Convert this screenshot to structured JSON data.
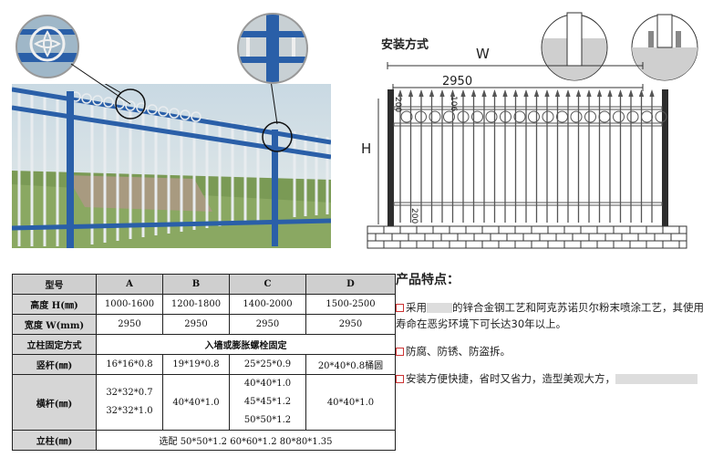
{
  "diagram": {
    "install_title": "安装方式",
    "w_label": "W",
    "h_label": "H",
    "dim_total": "2950",
    "dim_200_top": "200",
    "dim_106": "106",
    "dim_200_bottom": "200"
  },
  "table": {
    "headers": [
      "型号",
      "A",
      "B",
      "C",
      "D"
    ],
    "height": {
      "label": "高度 H(㎜)",
      "values": [
        "1000-1600",
        "1200-1800",
        "1400-2000",
        "1500-2500"
      ]
    },
    "width": {
      "label": "宽度 W(mm)",
      "values": [
        "2950",
        "2950",
        "2950",
        "2950"
      ]
    },
    "mounting": {
      "label": "立柱固定方式",
      "value": "入墙或膨胀螺栓固定"
    },
    "vertical_bar": {
      "label": "竖杆(㎜)",
      "values": [
        "16*16*0.8",
        "19*19*0.8",
        "25*25*0.9",
        "20*40*0.8桶圆"
      ]
    },
    "crossbar": {
      "label": "横杆(㎜)",
      "a_line1": "32*32*0.7",
      "a_line2": "32*32*1.0",
      "b": "40*40*1.0",
      "c_line1": "40*40*1.0",
      "c_line2": "45*45*1.2",
      "c_line3": "50*50*1.2",
      "d": "40*40*1.0"
    },
    "post": {
      "label": "立柱(㎜)",
      "value": "选配 50*50*1.2  60*60*1.2  80*80*1.35"
    }
  },
  "features": {
    "title": "产品特点：",
    "f1_pre": "采用",
    "f1_post": "的锌合金钢工艺和阿克苏诺贝尔粉末喷涂工艺，其使用寿命在恶劣环境下可长达30年以上。",
    "f2": "防腐、防锈、防盗拆。",
    "f3": "安装方便快捷，省时又省力，造型美观大方，"
  },
  "colors": {
    "fence_blue": "#2a5fa8",
    "fence_white": "#e9eef2",
    "ground_green": "#6c8a4a"
  }
}
